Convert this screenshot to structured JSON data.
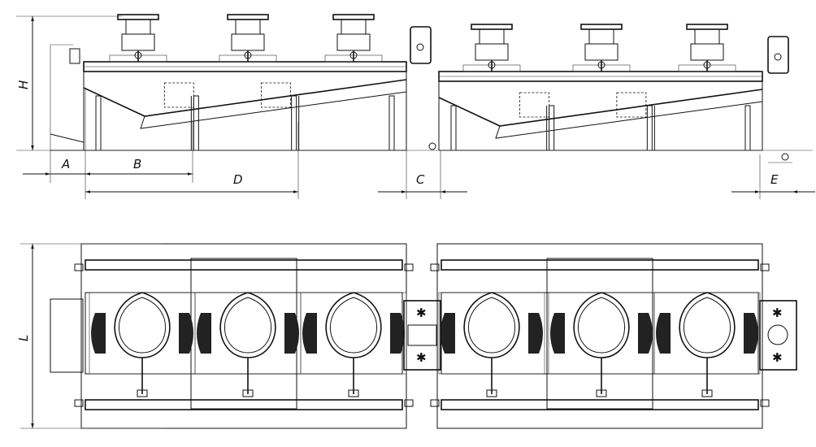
{
  "title": "Flotation machine general arrangement drawing",
  "dimensions": {
    "height": "H",
    "a": "A",
    "b": "B",
    "d": "D",
    "c": "C",
    "e": "E",
    "length": "L"
  },
  "views": {
    "elevation": {
      "units": 2,
      "cells_per_unit": 3
    },
    "plan": {
      "units": 2,
      "cells_per_unit": 3
    }
  }
}
